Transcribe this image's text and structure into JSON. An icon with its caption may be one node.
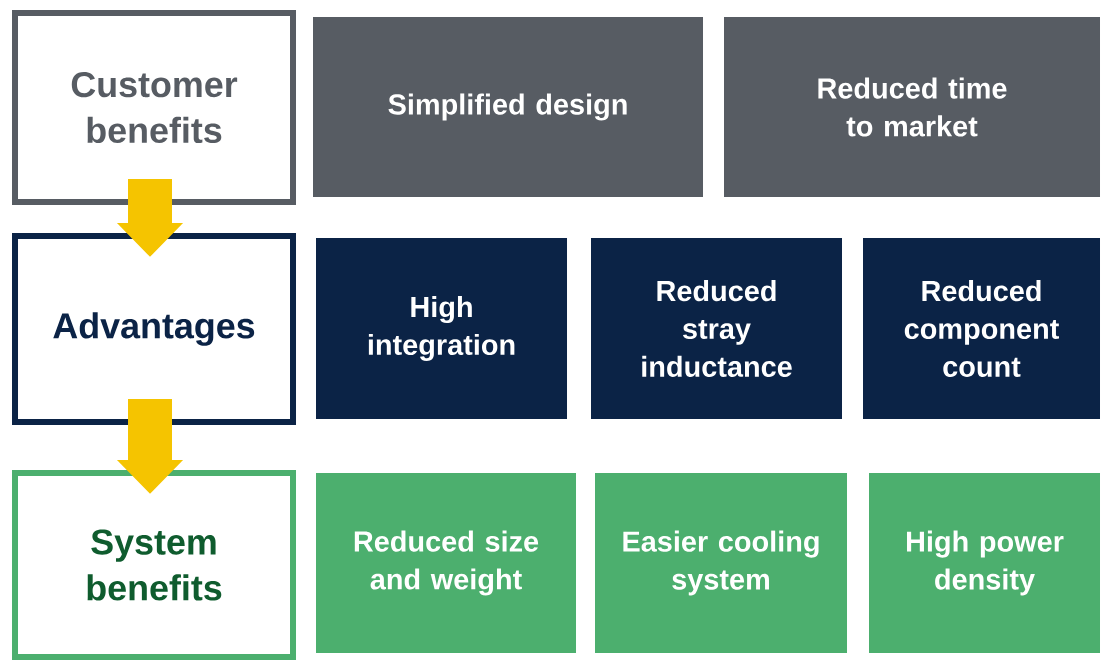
{
  "diagram": {
    "nodes": [
      {
        "text": [
          "Customer benefits"
        ]
      },
      {
        "text": [
          "Simplified design"
        ]
      },
      {
        "text": [
          "Reduced time to market"
        ]
      },
      {
        "text": [
          "Advantages"
        ]
      },
      {
        "text": [
          "High integration"
        ]
      },
      {
        "text": [
          "Reduced stray inductance"
        ]
      },
      {
        "text": [
          "Reduced component count"
        ]
      },
      {
        "text": [
          "System benefits"
        ]
      },
      {
        "text": [
          "Reduced size and weight"
        ]
      },
      {
        "text": [
          "Easier cooling system"
        ]
      },
      {
        "text": [
          "High power density"
        ]
      }
    ],
    "edges": [
      {
        "from": 0,
        "to": 3,
        "arrow": "to"
      },
      {
        "from": 3,
        "to": 7,
        "arrow": "to"
      }
    ]
  }
}
